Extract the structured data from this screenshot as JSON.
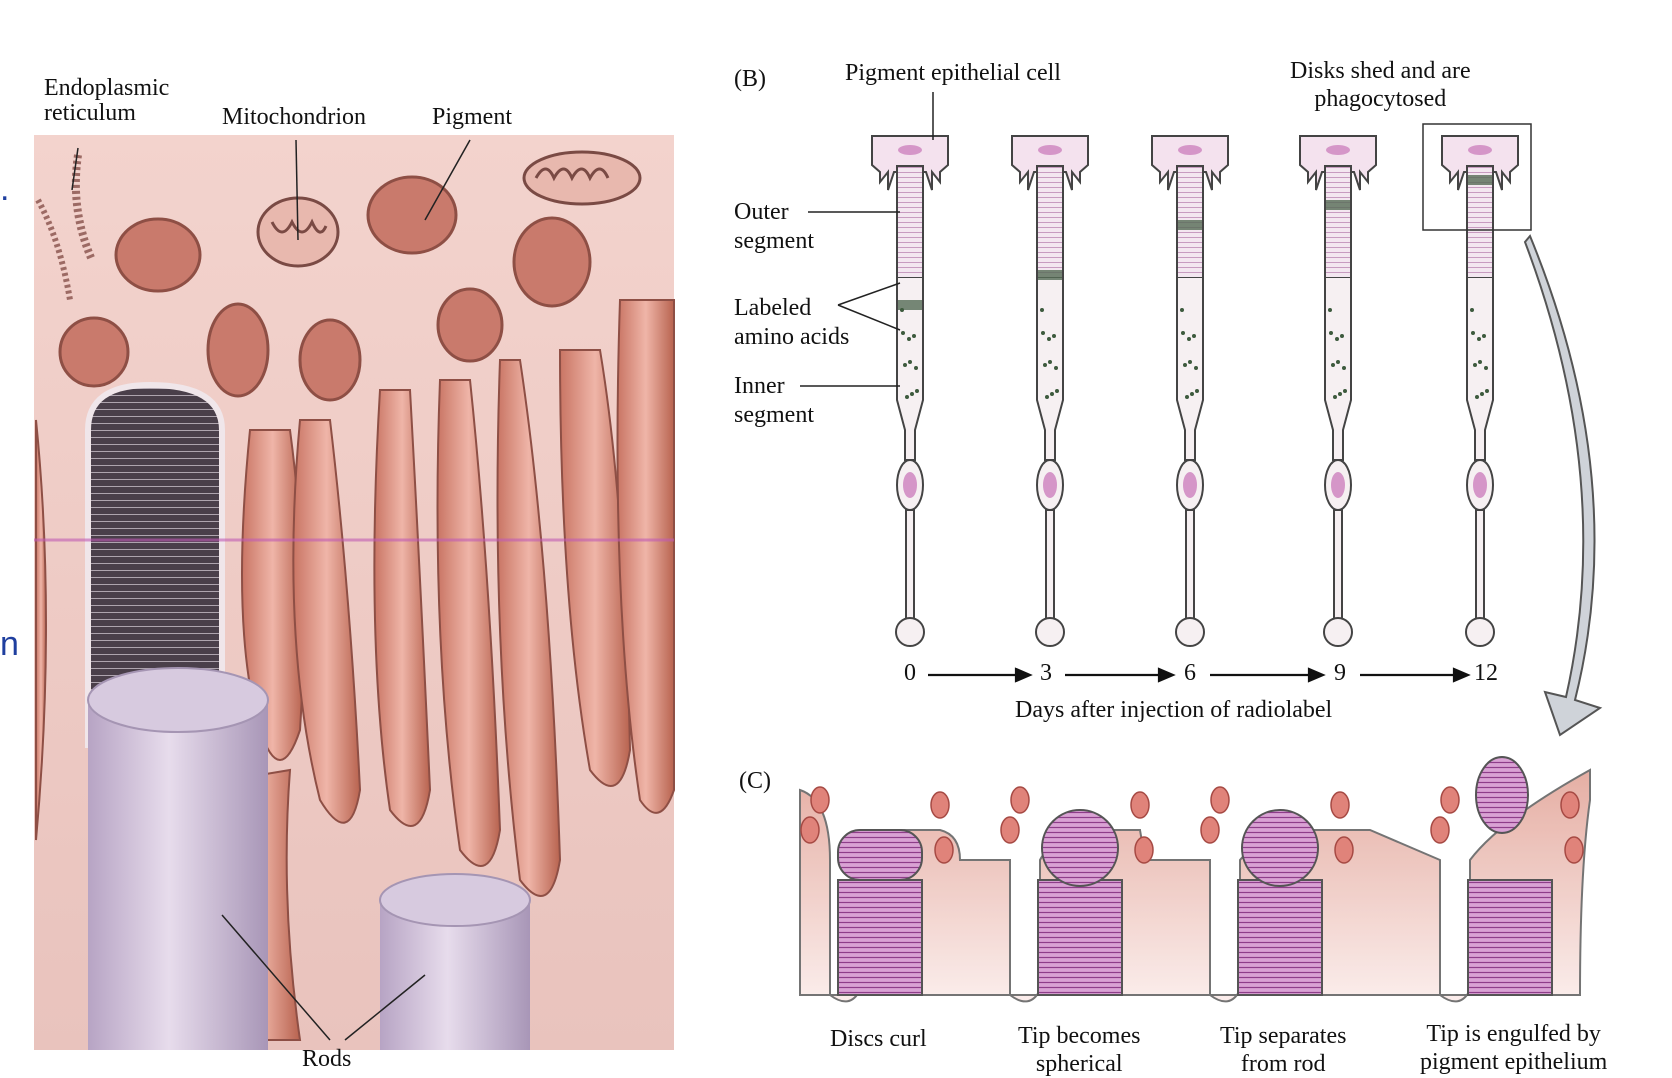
{
  "panelA": {
    "labels": {
      "er": "Endoplasmic\nreticulum",
      "mito": "Mitochondrion",
      "pigment": "Pigment",
      "rods": "Rods"
    }
  },
  "panelB": {
    "letter": "(B)",
    "pigment_cell": "Pigment epithelial cell",
    "shed": "Disks shed and are\nphagocytosed",
    "outer": "Outer\nsegment",
    "labeled": "Labeled\namino acids",
    "inner": "Inner\nsegment",
    "days": [
      "0",
      "3",
      "6",
      "9",
      "12"
    ],
    "axis_title": "Days after injection of radiolabel"
  },
  "panelC": {
    "letter": "(C)",
    "steps": [
      "Discs curl",
      "Tip becomes\nspherical",
      "Tip separates\nfrom rod",
      "Tip is engulfed by\npigment epithelium"
    ]
  },
  "edge_fragments": [
    ".",
    "n"
  ],
  "colors": {
    "tissue_bg": "#f2cfc9",
    "pigment": "#c97a6c",
    "rod": "#c8b6d2",
    "stack": "#3a2f3a",
    "disc": "#b05aa8",
    "cell_nucleus": "#d596c8",
    "arrow_grey": "#c8ccd2"
  }
}
